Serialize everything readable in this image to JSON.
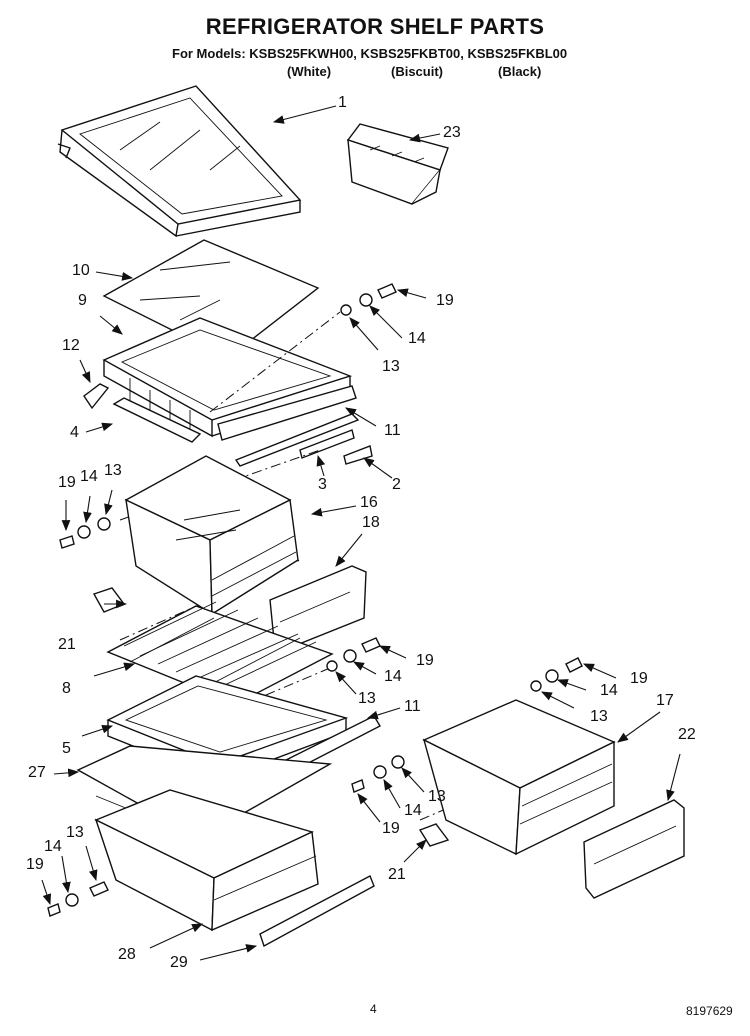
{
  "header": {
    "title": "REFRIGERATOR SHELF PARTS",
    "models_line": "For Models: KSBS25FKWH00, KSBS25FKBT00, KSBS25FKBL00",
    "variants": [
      "(White)",
      "(Biscuit)",
      "(Black)"
    ]
  },
  "parts": {
    "p1": "1",
    "p23": "23",
    "p10": "10",
    "p9": "9",
    "p19a": "19",
    "p14a": "14",
    "p13a": "13",
    "p12": "12",
    "p4": "4",
    "p11a": "11",
    "p3": "3",
    "p2": "2",
    "p19b": "19",
    "p14b": "14",
    "p13b": "13",
    "p16": "16",
    "p18": "18",
    "p21a": "21",
    "p19c": "19",
    "p14c": "14",
    "p13c": "13",
    "p8": "8",
    "p5": "5",
    "p11b": "11",
    "p27": "27",
    "p19d": "19",
    "p14d": "14",
    "p13d": "13",
    "p17": "17",
    "p22": "22",
    "p13e": "13",
    "p14e": "14",
    "p19e": "19",
    "p21b": "21",
    "p13f": "13",
    "p14f": "14",
    "p19f": "19",
    "p28": "28",
    "p29": "29"
  },
  "footer": {
    "page": "4",
    "doc": "8197629"
  }
}
